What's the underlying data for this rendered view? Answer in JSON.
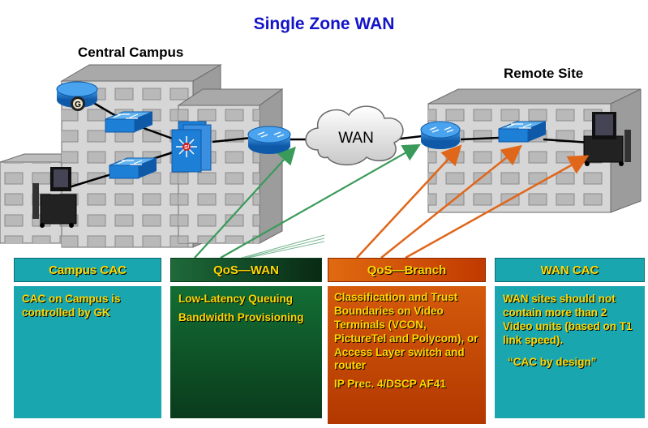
{
  "title": "Single Zone WAN",
  "locations": {
    "central_campus": "Central Campus",
    "remote_site": "Remote Site"
  },
  "cloud_label": "WAN",
  "gatekeeper_badge": "G",
  "switch_badge": "Sᴵ",
  "panels": {
    "campus_cac": {
      "heading": "Campus CAC",
      "lines": [
        "CAC on Campus is controlled by GK"
      ]
    },
    "qos_wan": {
      "heading": "QoS—WAN",
      "lines": [
        "Low-Latency Queuing",
        "Bandwidth Provisioning"
      ]
    },
    "qos_branch": {
      "heading": "QoS—Branch",
      "lines": [
        "Classification and Trust Boundaries on Video Terminals (VCON, PictureTel and Polycom), or Access Layer  switch and router",
        "IP Prec. 4/DSCP AF41"
      ]
    },
    "wan_cac": {
      "heading": "WAN CAC",
      "lines": [
        "WAN sites should not contain more than 2 Video units (based on T1 link speed).",
        "“CAC by design”"
      ]
    }
  },
  "colors": {
    "title": "#1414c8",
    "text_highlight": "#ffd800",
    "teal_panel": "#1aa6ae",
    "green_panel": "#136e34",
    "orange_panel": "#d45a0c",
    "green_arrow": "#3a9a5a",
    "orange_arrow": "#e0661a",
    "router_blue": "#1e7fd6"
  }
}
